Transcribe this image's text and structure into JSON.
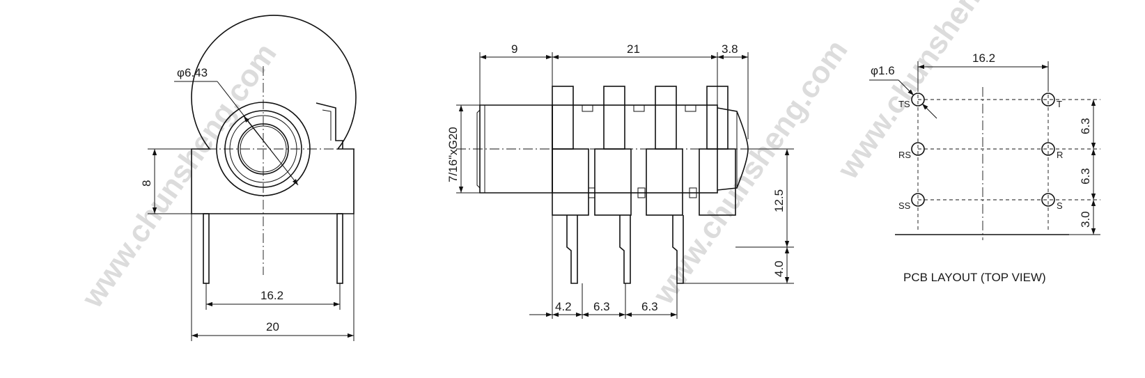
{
  "watermark": "www.chunsheng.com",
  "front_view": {
    "diameter_label": "φ6.43",
    "height_label": "8",
    "pin_pitch_label": "16.2",
    "width_label": "20"
  },
  "side_view": {
    "top_dims": [
      "9",
      "21",
      "3.8"
    ],
    "thread_label": "7/16\"xG20",
    "right_dims": [
      "12.5",
      "4.0"
    ],
    "bottom_dims": [
      "4.2",
      "6.3",
      "6.3"
    ]
  },
  "pcb_layout": {
    "hole_diameter_label": "φ1.6",
    "pitch_label": "16.2",
    "left_pins": [
      "TS",
      "RS",
      "SS"
    ],
    "right_pins": [
      "T",
      "R",
      "S"
    ],
    "right_dims": [
      "6.3",
      "6.3",
      "3.0"
    ],
    "caption": "PCB LAYOUT (TOP VIEW)"
  }
}
